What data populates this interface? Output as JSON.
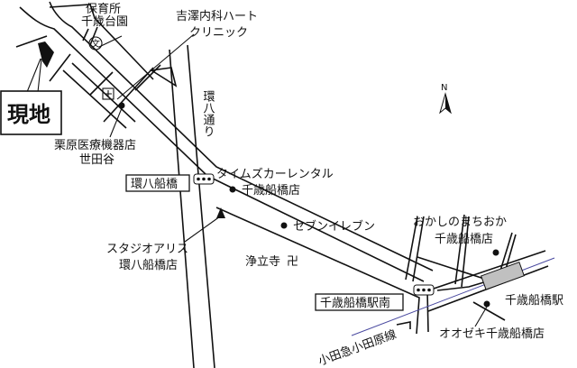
{
  "site": {
    "label": "現地"
  },
  "landmarks": {
    "nursery": [
      "保育所",
      "千歳台園"
    ],
    "clinic": [
      "吉澤内科ハート",
      "クリニック"
    ],
    "medical_store": [
      "栗原医療機器店",
      "世田谷"
    ],
    "times": [
      "タイムズカーレンタル",
      "千歳船橋店"
    ],
    "seven": "セブンイレブン",
    "studio": [
      "スタジオアリス",
      "環八船橋店"
    ],
    "temple": "浄立寺",
    "temple_symbol": "卍",
    "okashi": [
      "おかしのまちおか",
      "千歳船橋店"
    ],
    "ozeki": "オオゼキ千歳船橋店"
  },
  "roads": {
    "kanpachi": "環八通り",
    "railway": "小田急小田原線"
  },
  "intersections": {
    "kanpachi_funabashi": "環八船橋",
    "station_south": "千歳船橋駅南"
  },
  "station": "千歳船橋駅",
  "compass": "N",
  "icons": [
    "school-icon",
    "hospital-icon",
    "traffic-signal-icon",
    "north-arrow-icon",
    "temple-icon"
  ],
  "colors": {
    "railway": "#4a4aa0",
    "station": "#c0c0c0"
  }
}
